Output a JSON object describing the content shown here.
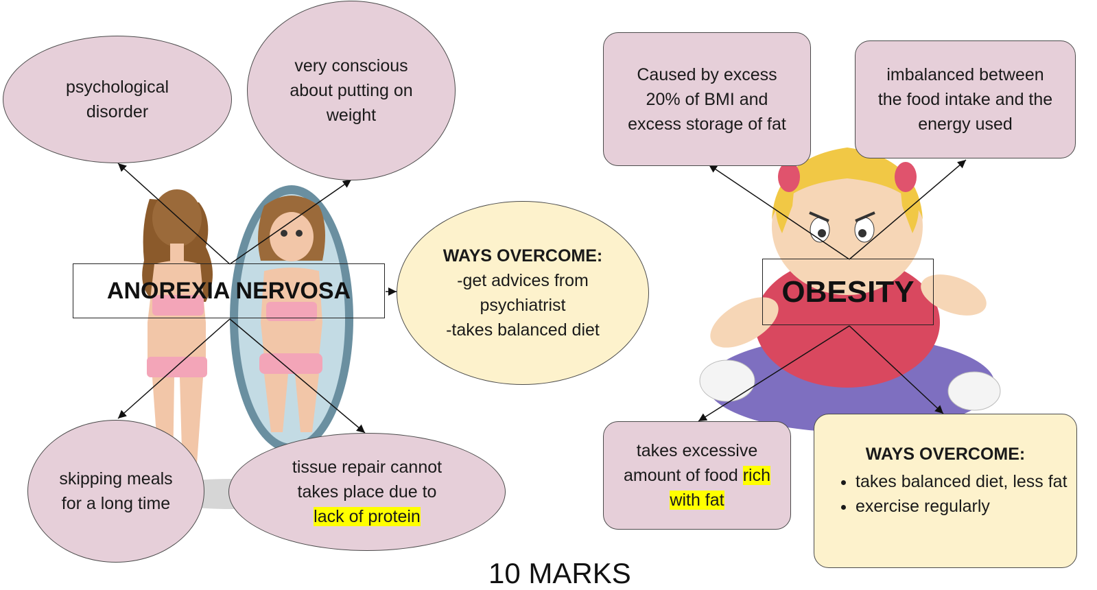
{
  "left": {
    "center_title": "ANOREXIA NERVOSA",
    "nodes": {
      "psychological": "psychological disorder",
      "conscious": "very conscious about putting on weight",
      "skipping": "skipping meals for a long time",
      "tissue_prefix": "tissue repair cannot takes place due to ",
      "tissue_highlight": "lack of protein"
    },
    "ways": {
      "heading": "WAYS OVERCOME:",
      "line1": "-get advices from psychiatrist",
      "line2": "-takes balanced diet"
    }
  },
  "right": {
    "center_title": "OBESITY",
    "nodes": {
      "caused": "Caused by excess 20% of BMI and excess storage of fat",
      "imbalanced": "imbalanced between the food intake and the energy used",
      "excessive_prefix": "takes excessive amount of food ",
      "excessive_highlight": "rich with fat"
    },
    "ways": {
      "heading": "WAYS OVERCOME:",
      "points": [
        "takes balanced diet, less fat",
        "exercise regularly"
      ]
    }
  },
  "footer": "10 MARKS",
  "colors": {
    "pink_node": "#e6cfd9",
    "yellow_node": "#fdf2cc",
    "highlight": "#ffff00"
  },
  "illustrations": [
    "woman-in-mirror-illustration",
    "overweight-girl-illustration"
  ]
}
